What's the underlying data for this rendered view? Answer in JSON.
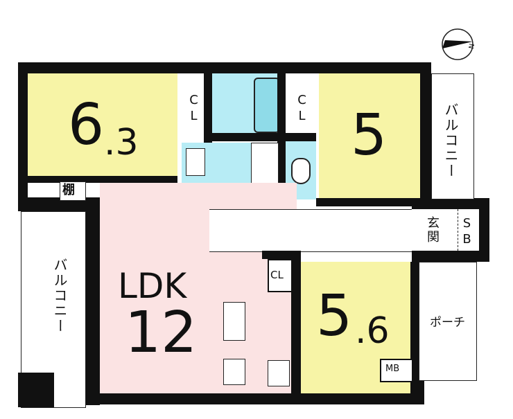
{
  "rooms": {
    "western_1": {
      "size": "6.3",
      "size_main": "6",
      "size_sub": ".3"
    },
    "western_2": {
      "size": "5"
    },
    "western_3": {
      "size": "5.6",
      "size_main": "5",
      "size_sub": ".6"
    },
    "ldk": {
      "name": "LDK",
      "size": "12"
    }
  },
  "labels": {
    "closet": "CL",
    "shelf": "棚",
    "balcony": "バルコニー",
    "entrance": "玄関",
    "shoe_box": "SB",
    "porch": "ポーチ",
    "meter_box": "MB"
  },
  "compass": {
    "north": "N"
  },
  "colors": {
    "western_room": "#f7f4a6",
    "ldk": "#fbe3e3",
    "wet_area": "#b7ecf5",
    "wall": "#111111",
    "hall": "#ffffff"
  }
}
